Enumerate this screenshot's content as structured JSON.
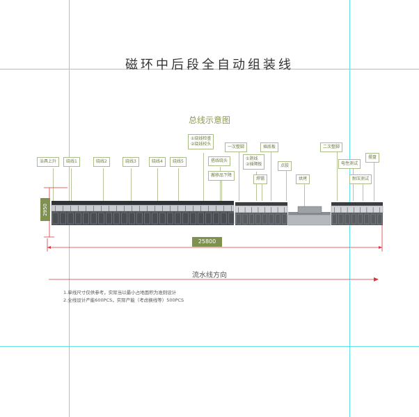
{
  "document_title": "磁环中后段全自动组装线",
  "diagram_title": "总线示意图",
  "callouts": {
    "feed_in": "治具上升",
    "winding_1": "绕线1",
    "winding_2": "绕线2",
    "winding_3": "绕线3",
    "winding_4": "绕线4",
    "winding_5": "绕线5",
    "wire_check_1": "①绕线检查",
    "wire_check_2": "②绕线校头",
    "first_shaping": "一次整脚",
    "wire_cut": "搭线绕头",
    "unload": "搬移品下降",
    "remove_1": "①剥线",
    "remove_2": "②插隔板",
    "base_board": "插底板",
    "solder": "焊锡",
    "dispense": "点胶",
    "cure": "烘烤",
    "second_shaping": "二次整脚",
    "electrical_test": "电性测试",
    "tray": "摆盘",
    "hipot_test": "耐压测试"
  },
  "dimensions": {
    "height": "2950",
    "length": "25800"
  },
  "flow_label": "流水线方向",
  "notes": [
    "1.单线尺寸仅供参考，实际当以最小占地面积为准则设计",
    "2.全线设计产能600PCS，实际产能（考虑换线等）500PCS"
  ],
  "colors": {
    "guide": "#5fe3ea",
    "accent_green": "#7f914f",
    "callout_border": "#a9bb86",
    "dimension_red": "#d8363a",
    "machine_dark": "#3a3d40",
    "machine_mid": "#6f7378",
    "machine_light": "#c9ccd0"
  }
}
